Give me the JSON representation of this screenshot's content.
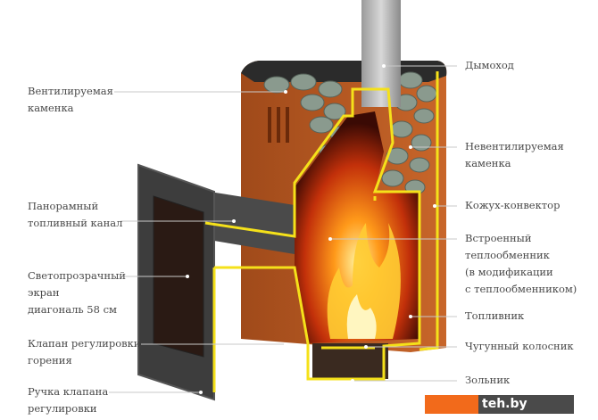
{
  "left_labels": [
    {
      "lines": [
        "Вентилируемая",
        "каменка"
      ]
    },
    {
      "lines": [
        "Панорамный",
        "топливный канал"
      ]
    },
    {
      "lines": [
        "Светопрозрачный",
        "экран",
        "диагональ 58 см"
      ]
    },
    {
      "lines": [
        "Клапан регулировки",
        "горения"
      ]
    },
    {
      "lines": [
        "Ручка клапана",
        "регулировки"
      ]
    }
  ],
  "right_labels": [
    {
      "lines": [
        "Дымоход"
      ]
    },
    {
      "lines": [
        "Невентилируемая",
        "каменка"
      ]
    },
    {
      "lines": [
        "Кожух-конвектор"
      ]
    },
    {
      "lines": [
        "Встроенный",
        "теплообменник",
        "(в модификации",
        "с теплообменником)"
      ]
    },
    {
      "lines": [
        "Топливник"
      ]
    },
    {
      "lines": [
        "Чугунный колосник"
      ]
    },
    {
      "lines": [
        "Зольник"
      ]
    }
  ],
  "watermark": "teh.by",
  "colors": {
    "outline": "#f5e11a",
    "body": "#b5561f",
    "fire": "#ff7a10",
    "door": "#3d3d3d"
  }
}
